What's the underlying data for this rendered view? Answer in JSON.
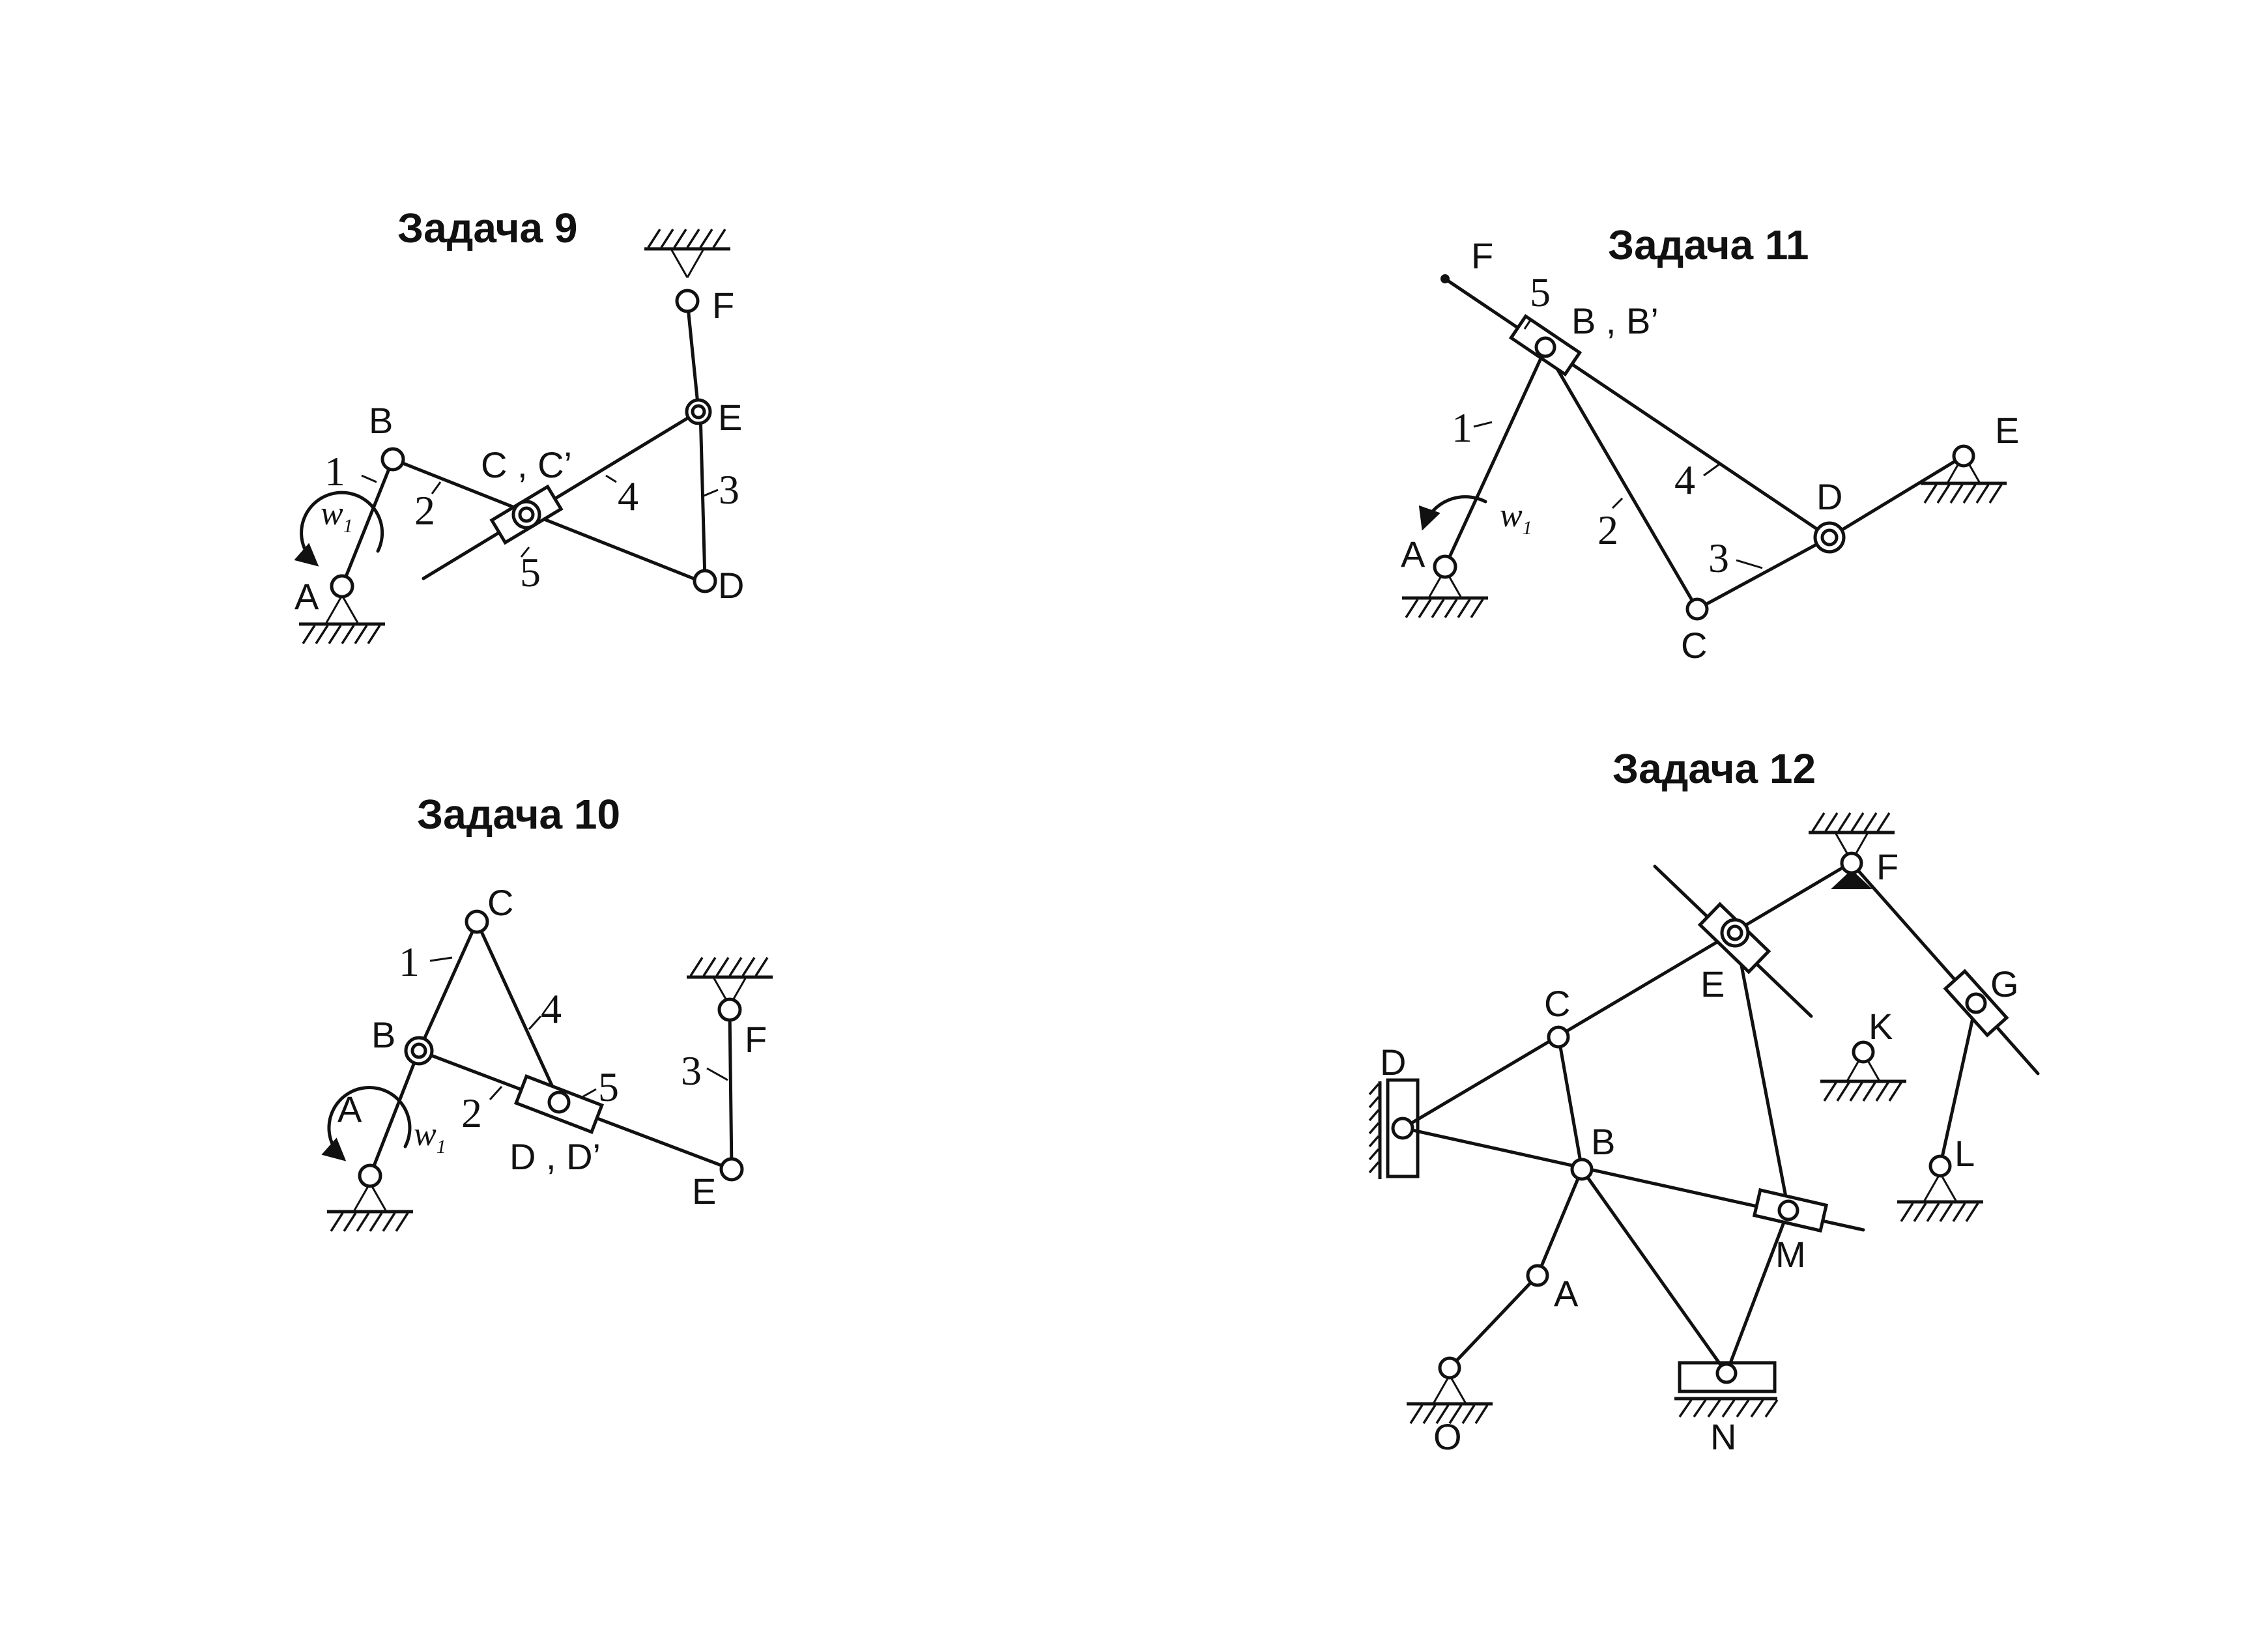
{
  "problems": {
    "p9": {
      "title": "Задача 9",
      "points": {
        "A": "A",
        "B": "B",
        "C": "C , C’",
        "D": "D",
        "E": "E",
        "F": "F"
      },
      "links": [
        "1",
        "2",
        "3",
        "4",
        "5"
      ],
      "omega": "w",
      "omega_sub": "1"
    },
    "p10": {
      "title": "Задача 10",
      "points": {
        "A": "A",
        "B": "B",
        "C": "C",
        "D": "D , D’",
        "E": "E",
        "F": "F"
      },
      "links": [
        "1",
        "2",
        "3",
        "4",
        "5"
      ],
      "omega": "w",
      "omega_sub": "1"
    },
    "p11": {
      "title": "Задача 11",
      "points": {
        "A": "A",
        "B": "B , B’",
        "C": "C",
        "D": "D",
        "E": "E",
        "F": "F"
      },
      "links": [
        "1",
        "2",
        "3",
        "4",
        "5"
      ],
      "omega": "w",
      "omega_sub": "1"
    },
    "p12": {
      "title": "Задача 12",
      "points": {
        "A": "A",
        "B": "B",
        "C": "C",
        "D": "D",
        "E": "E",
        "F": "F",
        "G": "G",
        "K": "K",
        "L": "L",
        "M": "M",
        "N": "N",
        "O": "O"
      }
    }
  }
}
